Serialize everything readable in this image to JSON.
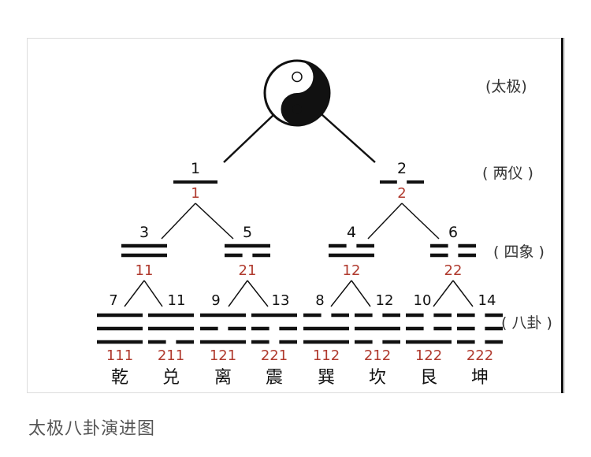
{
  "diagram": {
    "taiji_label": "(太极)",
    "liangyi_label": "( 两仪 )",
    "sixiang_label": "( 四象 )",
    "bagua_label": "( 八卦 )",
    "liangyi": [
      {
        "num": "1",
        "code": "1"
      },
      {
        "num": "2",
        "code": "2"
      }
    ],
    "sixiang": [
      {
        "num": "3",
        "code": "11"
      },
      {
        "num": "5",
        "code": "21"
      },
      {
        "num": "4",
        "code": "12"
      },
      {
        "num": "6",
        "code": "22"
      }
    ],
    "bagua": [
      {
        "num": "7",
        "code": "111",
        "name": "乾"
      },
      {
        "num": "11",
        "code": "211",
        "name": "兑"
      },
      {
        "num": "9",
        "code": "121",
        "name": "离"
      },
      {
        "num": "13",
        "code": "221",
        "name": "震"
      },
      {
        "num": "8",
        "code": "112",
        "name": "巽"
      },
      {
        "num": "12",
        "code": "212",
        "name": "坎"
      },
      {
        "num": "10",
        "code": "122",
        "name": "艮"
      },
      {
        "num": "14",
        "code": "222",
        "name": "坤"
      }
    ],
    "colors": {
      "line": "#111111",
      "code": "#b03a2e",
      "label": "#333333"
    }
  },
  "caption": "太极八卦演进图"
}
